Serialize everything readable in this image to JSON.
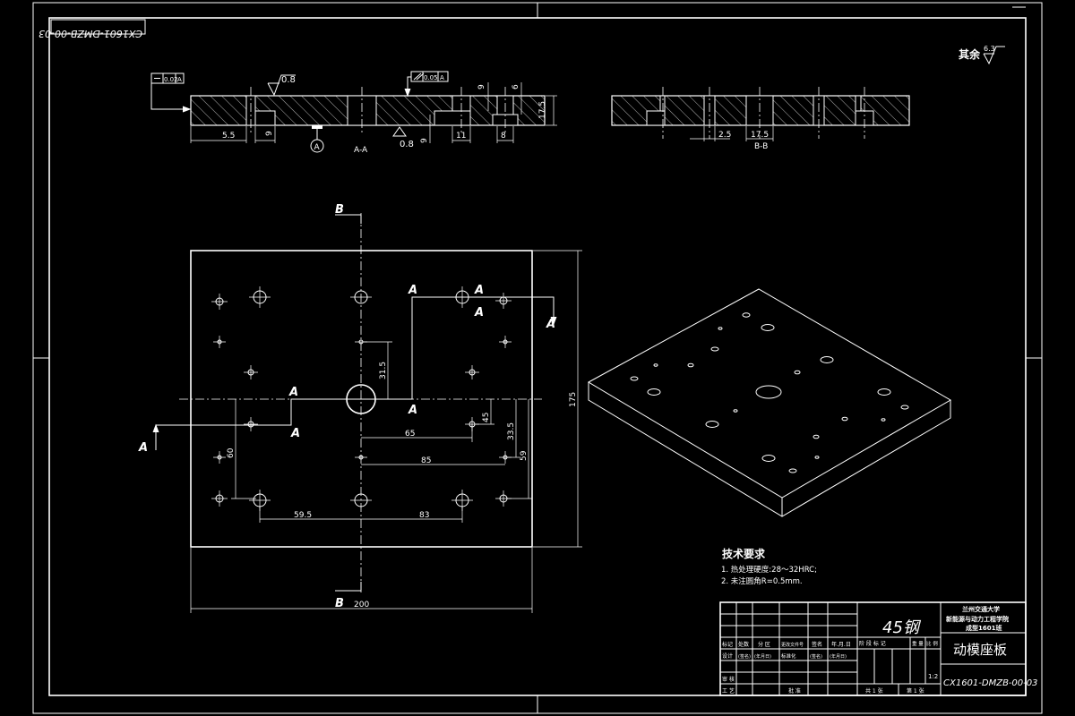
{
  "frame": {
    "drawing_number_rotated": "CX1601-DMZB-00-03"
  },
  "surface_finish": {
    "label": "其余",
    "value": "6.3"
  },
  "section_aa": {
    "label": "A-A",
    "flatness_tol": "0.02",
    "flatness_datum": "A",
    "parallel_tol": "0.05",
    "parallel_datum": "A",
    "roughness_top": "0.8",
    "roughness_bottom": "0.8",
    "datum": "A",
    "dims": {
      "left_offset": "5.5",
      "height": "17.5",
      "d9a": "9",
      "d9b": "9",
      "d6": "6",
      "d11": "11",
      "d8": "8",
      "d9c": "9"
    }
  },
  "section_bb": {
    "label": "B-B",
    "dims": {
      "d25": "2.5",
      "d175": "17.5"
    }
  },
  "plan_view": {
    "cut_label_b": "B",
    "cut_label_a": "A",
    "dims": {
      "d315": "31.5",
      "d65": "65",
      "d45": "45",
      "d335": "33.5",
      "d85": "85",
      "d59": "59",
      "d60": "60",
      "d595": "59.5",
      "d83": "83",
      "d175": "175",
      "d200": "200"
    }
  },
  "tech_requirements": {
    "title": "技术要求",
    "items": [
      "1. 热处理硬度:28～32HRC;",
      "2. 未注圆角R=0.5mm."
    ]
  },
  "title_block": {
    "material": "45钢",
    "school_line1": "兰州交通大学",
    "school_line2": "新能源与动力工程学院",
    "school_line3": "成型1601班",
    "part_name": "动模座板",
    "drawing_number": "CX1601-DMZB-00-03",
    "scale": "1:2",
    "headers": [
      "标记",
      "处数",
      "分 区",
      "更改文件号",
      "签名",
      "年.月.日"
    ],
    "design_row": [
      "设计",
      "(签名)",
      "(年月日)",
      "标准化",
      "(签名)",
      "(年月日)"
    ],
    "stage_headers": [
      "阶 段 标 记",
      "重 量",
      "比 例"
    ],
    "review_label": "审 核",
    "process_label": "工 艺",
    "approve_label": "批 准",
    "sheets_total": "共 1 张",
    "sheet_no": "第 1 张"
  }
}
